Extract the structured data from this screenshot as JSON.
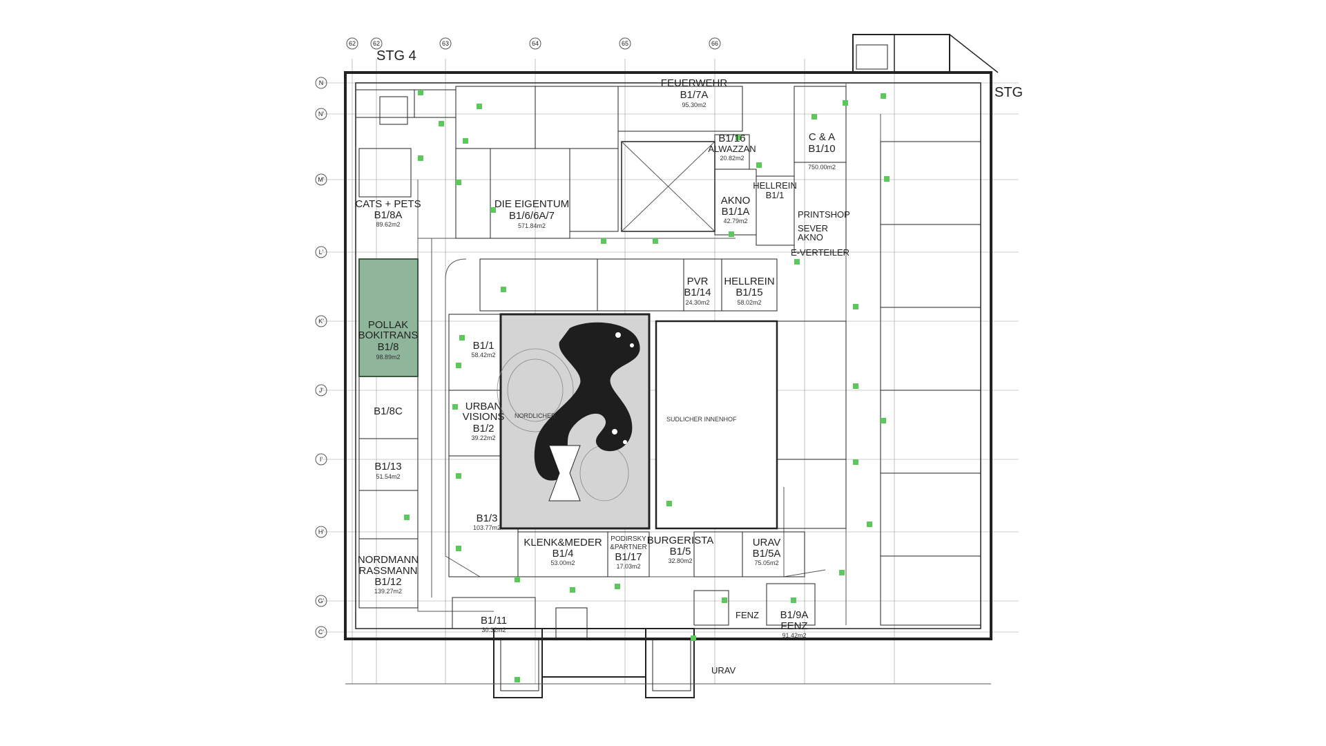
{
  "plan": {
    "stair_labels": {
      "left": "STG 4",
      "right": "STG"
    },
    "row_axes": [
      "N",
      "N'",
      "M'",
      "L'",
      "K'",
      "J'",
      "I'",
      "H'",
      "G'",
      "C'"
    ],
    "col_axes": [
      "62",
      "62",
      "63",
      "64",
      "65",
      "66"
    ],
    "units": [
      {
        "id": "cats_pets",
        "lines": [
          "CATS + PETS",
          "B1/8A"
        ],
        "area": "89.62m2"
      },
      {
        "id": "pollak",
        "lines": [
          "POLLAK",
          "BOKITRANS",
          "B1/8"
        ],
        "area": "98.89m2",
        "highlighted": true
      },
      {
        "id": "b18c",
        "lines": [
          "B1/8C"
        ],
        "area": ""
      },
      {
        "id": "b113",
        "lines": [
          "B1/13"
        ],
        "area": "51.54m2"
      },
      {
        "id": "nordmann",
        "lines": [
          "NORDMANN",
          "RASSMANN",
          "B1/12"
        ],
        "area": "139.27m2"
      },
      {
        "id": "b111",
        "lines": [
          "B1/11"
        ],
        "area": "30.32m2"
      },
      {
        "id": "eigentum",
        "lines": [
          "DIE EIGENTUM",
          "B1/6/6A/7"
        ],
        "area": "571.84m2"
      },
      {
        "id": "feuerwehr",
        "lines": [
          "FEUERWEHR",
          "B1/7A"
        ],
        "area": "95.30m2"
      },
      {
        "id": "alwazzan",
        "lines": [
          "B1/16",
          "ALWAZZAN"
        ],
        "area": "20.82m2"
      },
      {
        "id": "akno",
        "lines": [
          "AKNO",
          "B1/1A"
        ],
        "area": "42.79m2"
      },
      {
        "id": "ca",
        "lines": [
          "C & A",
          "B1/10"
        ],
        "area": "750.00m2"
      },
      {
        "id": "hellrein_small",
        "lines": [
          "HELLREIN",
          "B1/1"
        ],
        "area": ""
      },
      {
        "id": "printshop",
        "lines": [
          "PRINTSHOP"
        ],
        "area": ""
      },
      {
        "id": "sever",
        "lines": [
          "SEVER",
          "AKNO"
        ],
        "area": ""
      },
      {
        "id": "everteiler",
        "lines": [
          "E-VERTEILER"
        ],
        "area": ""
      },
      {
        "id": "pvr",
        "lines": [
          "PVR",
          "B1/14"
        ],
        "area": "24.30m2"
      },
      {
        "id": "hellrein",
        "lines": [
          "HELLREIN",
          "B1/15"
        ],
        "area": "58.02m2"
      },
      {
        "id": "b11",
        "lines": [
          "B1/1"
        ],
        "area": "58.42m2"
      },
      {
        "id": "urban",
        "lines": [
          "URBAN",
          "VISIONS",
          "B1/2"
        ],
        "area": "39.22m2"
      },
      {
        "id": "b13",
        "lines": [
          "B1/3"
        ],
        "area": "103.77m2"
      },
      {
        "id": "klenk",
        "lines": [
          "KLENK&MEDER",
          "B1/4"
        ],
        "area": "53.00m2"
      },
      {
        "id": "podirsky",
        "lines": [
          "PODIRSKY",
          "&PARTNER",
          "B1/17"
        ],
        "area": "17.03m2"
      },
      {
        "id": "burgerista",
        "lines": [
          "BURGERISTA",
          "B1/5"
        ],
        "area": "32.80m2"
      },
      {
        "id": "urav",
        "lines": [
          "URAV",
          "B1/5A"
        ],
        "area": "75.05m2"
      },
      {
        "id": "fenz",
        "lines": [
          "B1/9A",
          "FENZ"
        ],
        "area": "91.42m2"
      },
      {
        "id": "fenz_small",
        "lines": [
          "FENZ"
        ],
        "area": ""
      },
      {
        "id": "urav_small",
        "lines": [
          "URAV"
        ],
        "area": ""
      }
    ],
    "courtyard_labels": {
      "north": "NORDLICHER",
      "south": "SUDLICHER INNENHOF"
    },
    "colors": {
      "highlight": "#8fb59a",
      "exit_sign": "#5cc85c",
      "courtyard": "#d4d4d4",
      "blob": "#1e1e1e"
    }
  }
}
